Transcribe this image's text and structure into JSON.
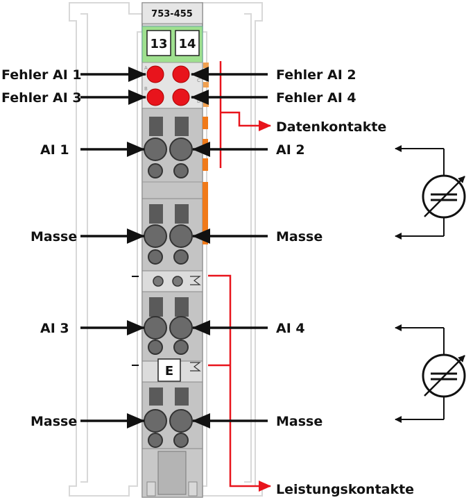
{
  "module": {
    "part_number": "753-455",
    "terminals": [
      "13",
      "14"
    ],
    "marker_letter": "E"
  },
  "led_labels": {
    "left": [
      "Fehler AI 1",
      "Fehler AI 3"
    ],
    "right": [
      "Fehler AI 2",
      "Fehler AI 4"
    ],
    "small_marks": [
      "A",
      "C",
      "B",
      "D"
    ]
  },
  "connection_labels": {
    "ai1": "AI 1",
    "ai2": "AI 2",
    "ai3": "AI 3",
    "ai4": "AI 4",
    "masse_left_1": "Masse",
    "masse_right_1": "Masse",
    "masse_left_2": "Masse",
    "masse_right_2": "Masse"
  },
  "contact_labels": {
    "data": "Datenkontakte",
    "power": "Leistungskontakte"
  },
  "sensor_symbols": [
    {
      "name": "sensor-1",
      "symbol": "current-measuring-transducer"
    },
    {
      "name": "sensor-2",
      "symbol": "current-measuring-transducer"
    }
  ],
  "colors": {
    "led_red": "#e8141c",
    "module_gray": "#c4c4c4",
    "connector_dark": "#5a5a5a",
    "terminal_green": "#9fe08f",
    "data_contact_orange": "#f07a1a",
    "arrow_red": "#e8141c",
    "arrow_black": "#111111"
  }
}
